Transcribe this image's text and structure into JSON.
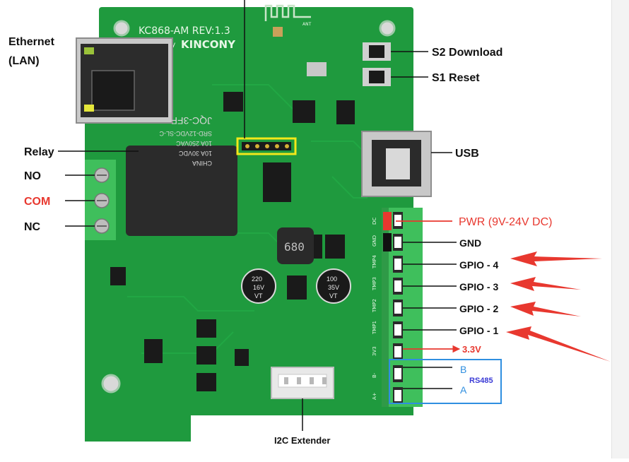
{
  "board": {
    "title": "KC868-AM  REV:1.3",
    "brand": "KINCONY",
    "by": "d By",
    "relay_text": [
      "SRD-12VDC-SL-C",
      "10A 250VAC",
      "10A 30VDC",
      "CHINA"
    ],
    "relay_brand": "JQC-3FF",
    "inductor": "680",
    "cap1": [
      "220",
      "16V",
      "VT"
    ],
    "cap2": [
      "100",
      "35V",
      "VT"
    ],
    "ant_label": "ANT",
    "terminal_silk": [
      "DC",
      "GND",
      "TMP4",
      "TMP3",
      "TMP2",
      "TMP1",
      "3V3",
      "B-",
      "A+"
    ]
  },
  "labels": {
    "ethernet": "Ethernet",
    "lan": "(LAN)",
    "relay": "Relay",
    "no": "NO",
    "com": "COM",
    "nc": "NC",
    "s2": "S2 Download",
    "s1": "S1 Reset",
    "usb": "USB",
    "pwr": "PWR (9V-24V DC)",
    "gnd": "GND",
    "gpio4": "GPIO - 4",
    "gpio3": "GPIO - 3",
    "gpio2": "GPIO - 2",
    "gpio1": "GPIO - 1",
    "v33": "3.3V",
    "b": "B",
    "rs485": "RS485",
    "a": "A",
    "i2c": "I2C Extender"
  },
  "colors": {
    "pcb": "#1f9a3e",
    "accent_red": "#e8382f",
    "accent_blue": "#2f8fe0",
    "rs485_text": "#3a3ad6",
    "terminal_green": "#3fbf5c",
    "highlight_yellow": "#f2e81a"
  }
}
